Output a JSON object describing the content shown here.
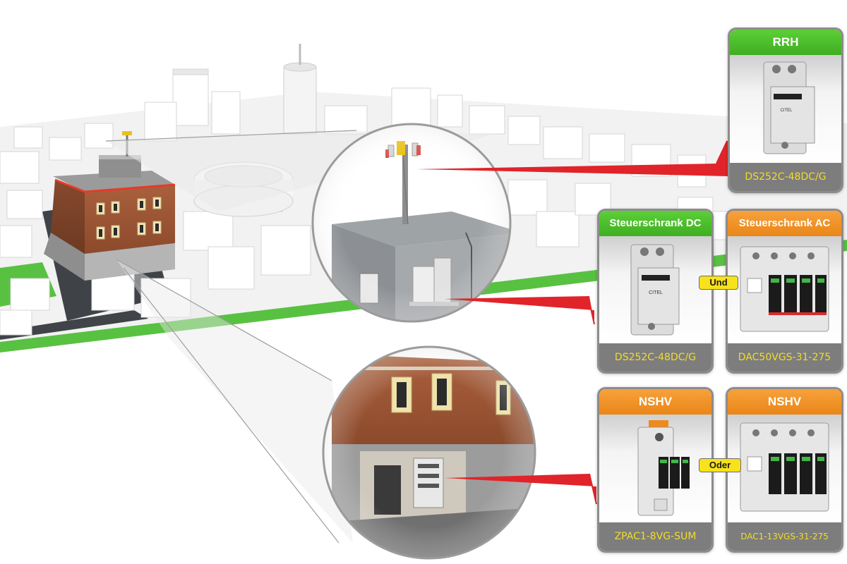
{
  "cards": {
    "rrh": {
      "header": "RRH",
      "model": "DS252C-48DC/G",
      "header_color": "#4cbf2e"
    },
    "dc": {
      "header": "Steuerschrank DC",
      "model": "DS252C-48DC/G",
      "header_color": "#4cbf2e"
    },
    "ac": {
      "header": "Steuerschrank AC",
      "model": "DAC50VGS-31-275",
      "header_color": "#f0901f"
    },
    "nshv1": {
      "header": "NSHV",
      "model": "ZPAC1-8VG-SUM",
      "header_color": "#f0901f"
    },
    "nshv2": {
      "header": "NSHV",
      "model": "DAC1-13VGS-31-275",
      "header_color": "#f0901f"
    }
  },
  "connectors": {
    "und": "Und",
    "oder": "Oder"
  },
  "device_brand": "CITEL",
  "colors": {
    "leader": "#e0242a",
    "ground": "#58c142",
    "model_text": "#f2dc2a",
    "footer_bg": "#7d7d7d"
  }
}
